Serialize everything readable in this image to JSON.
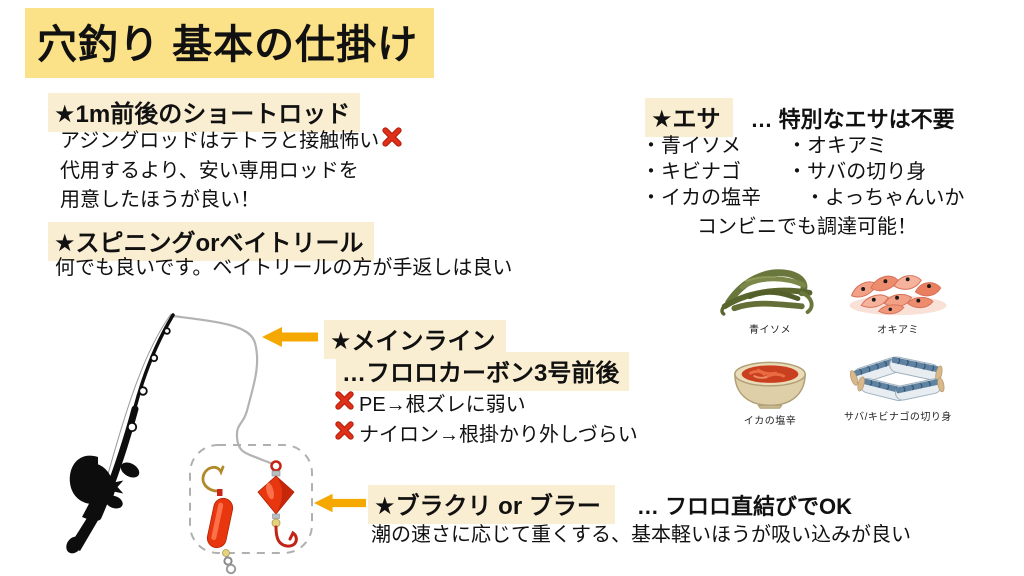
{
  "title": "穴釣り 基本の仕掛け",
  "rod_section": {
    "heading": "★1m前後のショートロッド",
    "line1": "アジングロッドはテトラと接触怖い",
    "line2": "代用するより、安い専用ロッドを",
    "line3": "用意したほうが良い！"
  },
  "reel_section": {
    "heading": "★スピニングorベイトリール",
    "body": "何でも良いです。ベイトリールの方が手返しは良い"
  },
  "bait": {
    "heading": "★エサ",
    "note": "… 特別なエサは不要",
    "list": [
      {
        "left": "・青イソメ",
        "right": "・オキアミ"
      },
      {
        "left": "・キビナゴ",
        "right": "・サバの切り身"
      },
      {
        "left": "・イカの塩辛",
        "right": "・よっちゃんいか"
      }
    ],
    "footer": "コンビニでも調達可能！",
    "images": [
      {
        "caption": "青イソメ"
      },
      {
        "caption": "オキアミ"
      },
      {
        "caption": "イカの塩辛"
      },
      {
        "caption": "サバ/キビナゴの切り身"
      }
    ]
  },
  "mainline": {
    "heading_line1": "★メインライン",
    "heading_line2": "…フロロカーボン3号前後",
    "warnings": [
      "PE→根ズレに弱い",
      "ナイロン→根掛かり外しづらい"
    ]
  },
  "rig": {
    "heading": "★ブラクリ or ブラー",
    "note": "… フロロ直結びでOK",
    "body": "潮の速さに応じて重くする、基本軽いほうが吸い込みが良い"
  },
  "icons": {
    "cross": "red-cross-mark",
    "arrow_left": "left-block-arrow"
  },
  "colors": {
    "title_highlight": "#FBE187",
    "section_highlight": "#FAEED2",
    "arrow": "#F5A800",
    "cross_red": "#E0301A",
    "text": "#111111",
    "line_gray": "#B3B3B3"
  }
}
